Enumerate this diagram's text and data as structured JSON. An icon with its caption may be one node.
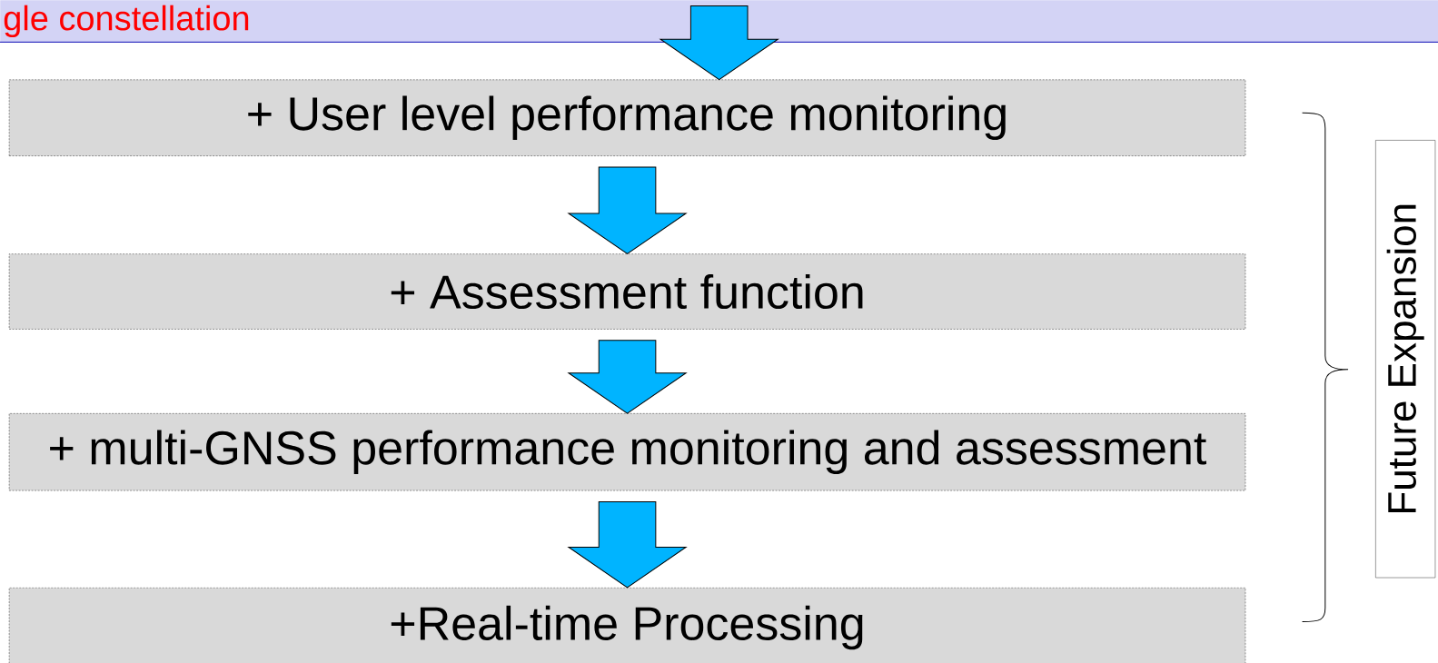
{
  "diagram": {
    "nodes": [
      {
        "text": [
          "gle constellation"
        ]
      },
      {
        "text": [
          "+ User level performance monitoring"
        ]
      },
      {
        "text": [
          "+ Assessment function"
        ]
      },
      {
        "text": [
          "+ multi-GNSS performance monitoring and assessment"
        ]
      },
      {
        "text": [
          "+Real-time Processing"
        ]
      },
      {
        "text": [
          "Future Expansion"
        ]
      }
    ],
    "edges": [
      {
        "from": 0,
        "to": 1,
        "arrow": "to"
      },
      {
        "from": 1,
        "to": 2,
        "arrow": "to"
      },
      {
        "from": 2,
        "to": 3,
        "arrow": "to"
      },
      {
        "from": 3,
        "to": 4,
        "arrow": "to"
      }
    ]
  }
}
